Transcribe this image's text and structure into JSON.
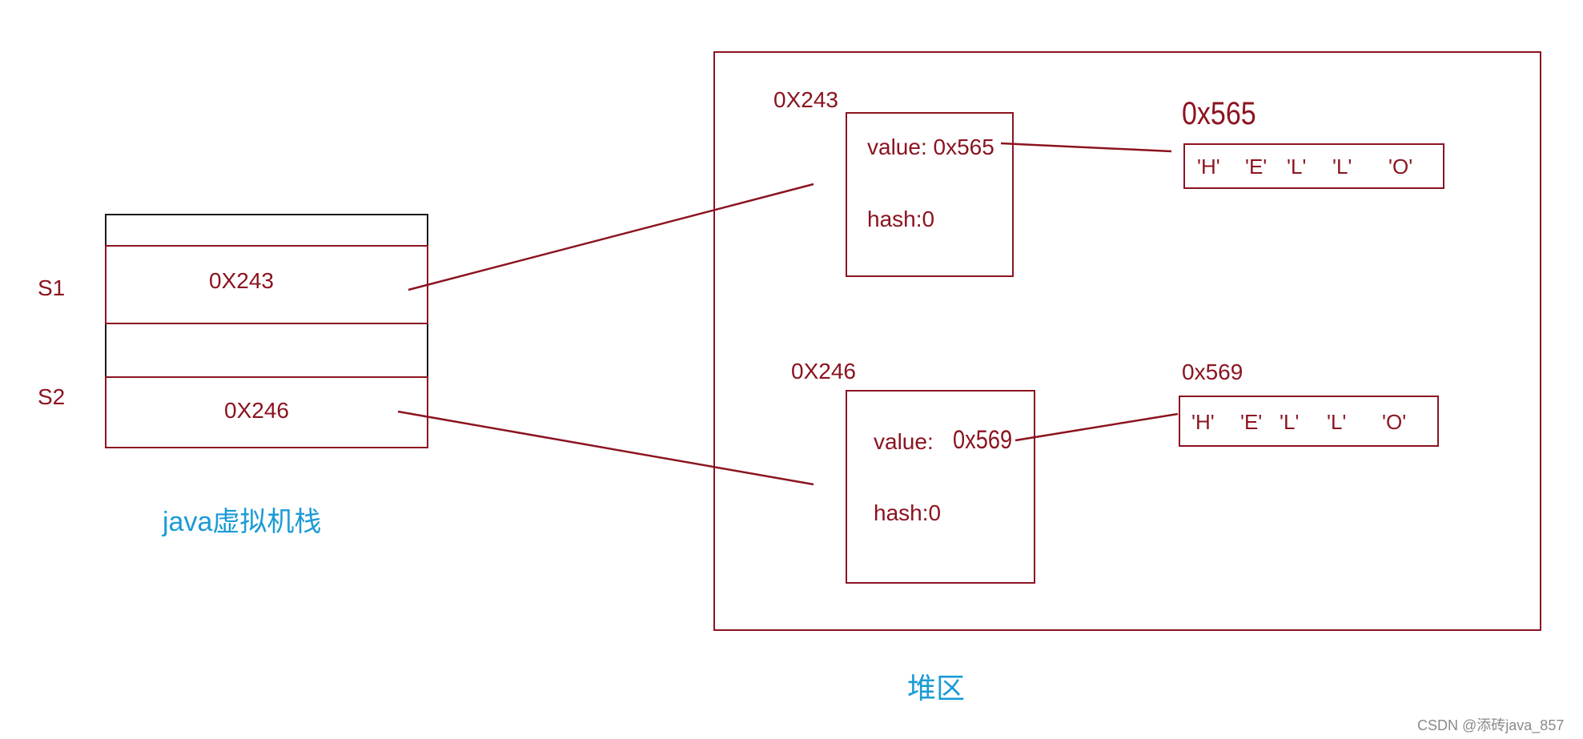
{
  "stack": {
    "label": "java虚拟机栈",
    "s1_label": "S1",
    "s2_label": "S2",
    "s1_value": "0X243",
    "s2_value": "0X246"
  },
  "heap": {
    "label": "堆区",
    "obj1": {
      "address": "0X243",
      "value_line": "value: 0x565",
      "hash_line": "hash:0"
    },
    "obj2": {
      "address": "0X246",
      "value_label": "value:",
      "value_addr": "0x569",
      "hash_line": "hash:0"
    },
    "arr1": {
      "address": "0x565",
      "chars": [
        "'H'",
        "'E'",
        "'L'",
        "'L'",
        "'O'"
      ]
    },
    "arr2": {
      "address": "0x569",
      "chars": [
        "'H'",
        "'E'",
        "'L'",
        "'L'",
        "'O'"
      ]
    }
  },
  "watermark": "CSDN @添砖java_857",
  "colors": {
    "stroke": "#8b1420",
    "label_blue": "#1a9bd6",
    "stack_border": "#1a1a1a"
  }
}
